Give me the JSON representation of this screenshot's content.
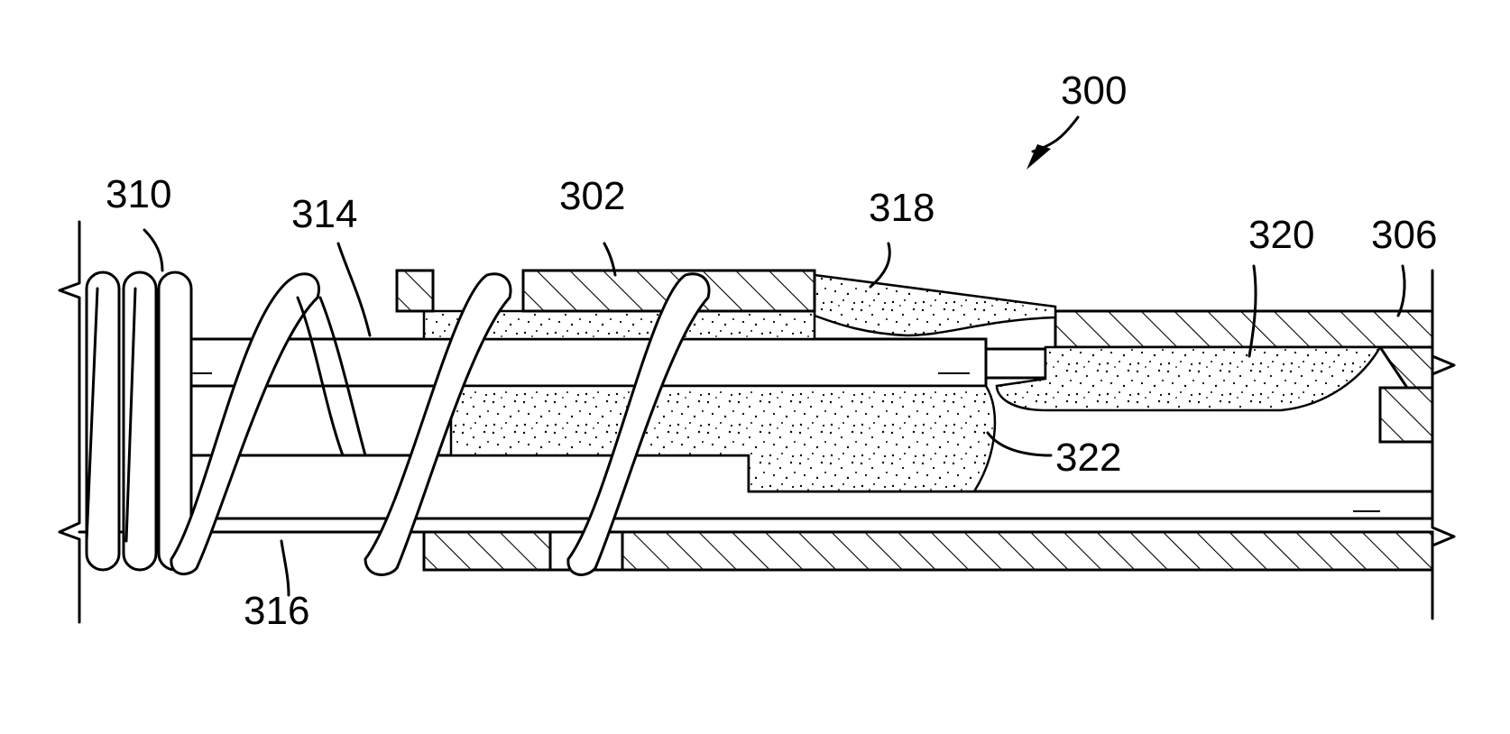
{
  "figure": {
    "labels": {
      "assembly": "300",
      "coil_outer": "310",
      "wire": "314",
      "sleeve": "302",
      "fill_top": "318",
      "fill_tip": "320",
      "housing": "306",
      "fill_front": "322",
      "inner_tube": "316"
    }
  }
}
